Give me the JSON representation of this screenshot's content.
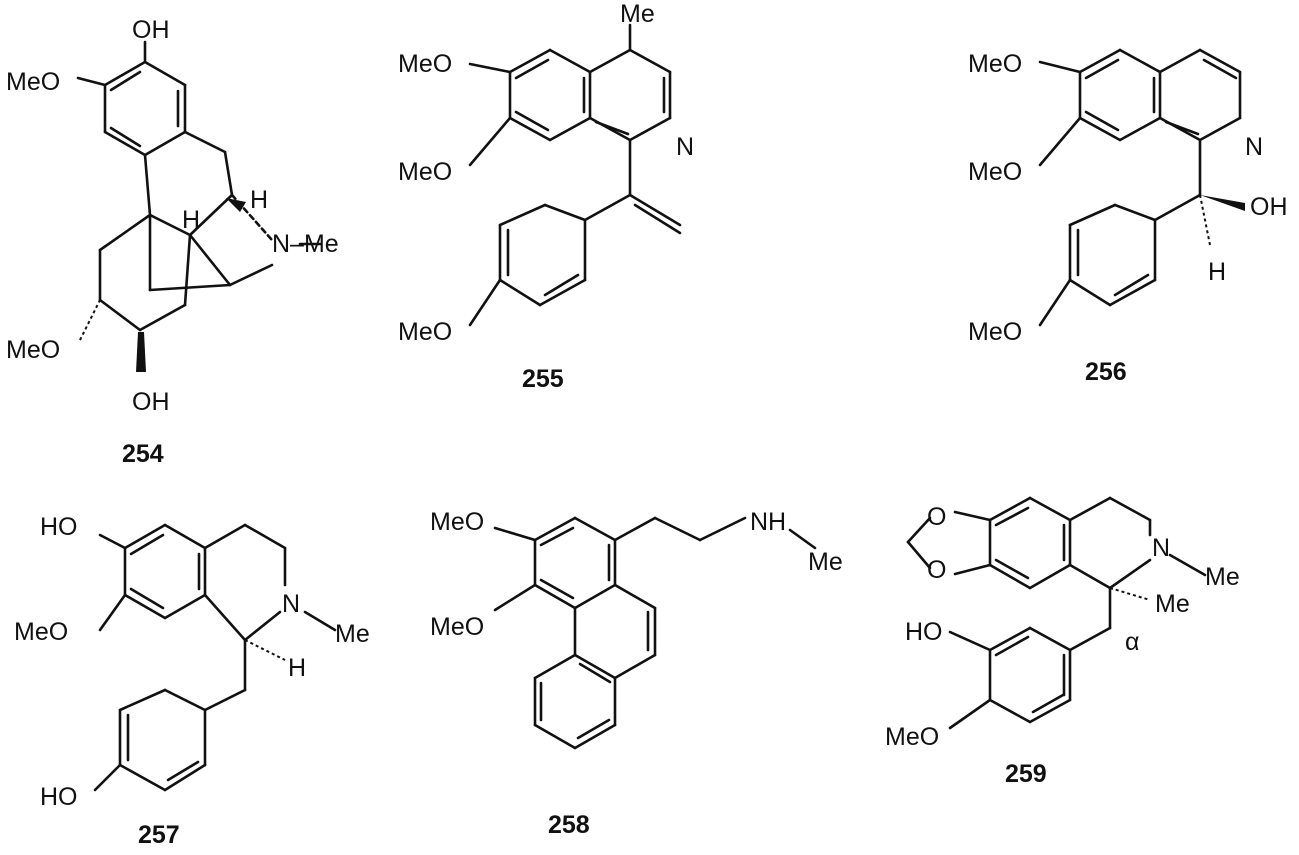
{
  "figure": {
    "compounds": [
      {
        "id": "254",
        "labels": {
          "oh_top": "OH",
          "meo_top": "MeO",
          "h_wedge": "H",
          "h_hash": "H",
          "n_me": "N–Me",
          "meo_bottom": "MeO",
          "oh_bottom": "OH"
        }
      },
      {
        "id": "255",
        "labels": {
          "me": "Me",
          "meo_1": "MeO",
          "n": "N",
          "meo_2": "MeO",
          "meo_aryl": "MeO"
        }
      },
      {
        "id": "256",
        "labels": {
          "meo_1": "MeO",
          "n": "N",
          "meo_2": "MeO",
          "oh": "OH",
          "h": "H",
          "meo_aryl": "MeO"
        }
      },
      {
        "id": "257",
        "labels": {
          "ho_top": "HO",
          "n": "N",
          "me": "Me",
          "meo": "MeO",
          "h": "H",
          "ho_bottom": "HO"
        }
      },
      {
        "id": "258",
        "labels": {
          "meo_1": "MeO",
          "nh": "NH",
          "me": "Me",
          "meo_2": "MeO"
        }
      },
      {
        "id": "259",
        "labels": {
          "o_1": "O",
          "o_2": "O",
          "n": "N",
          "n_me": "Me",
          "c_me": "Me",
          "ho": "HO",
          "alpha": "α",
          "meo": "MeO"
        }
      }
    ]
  }
}
